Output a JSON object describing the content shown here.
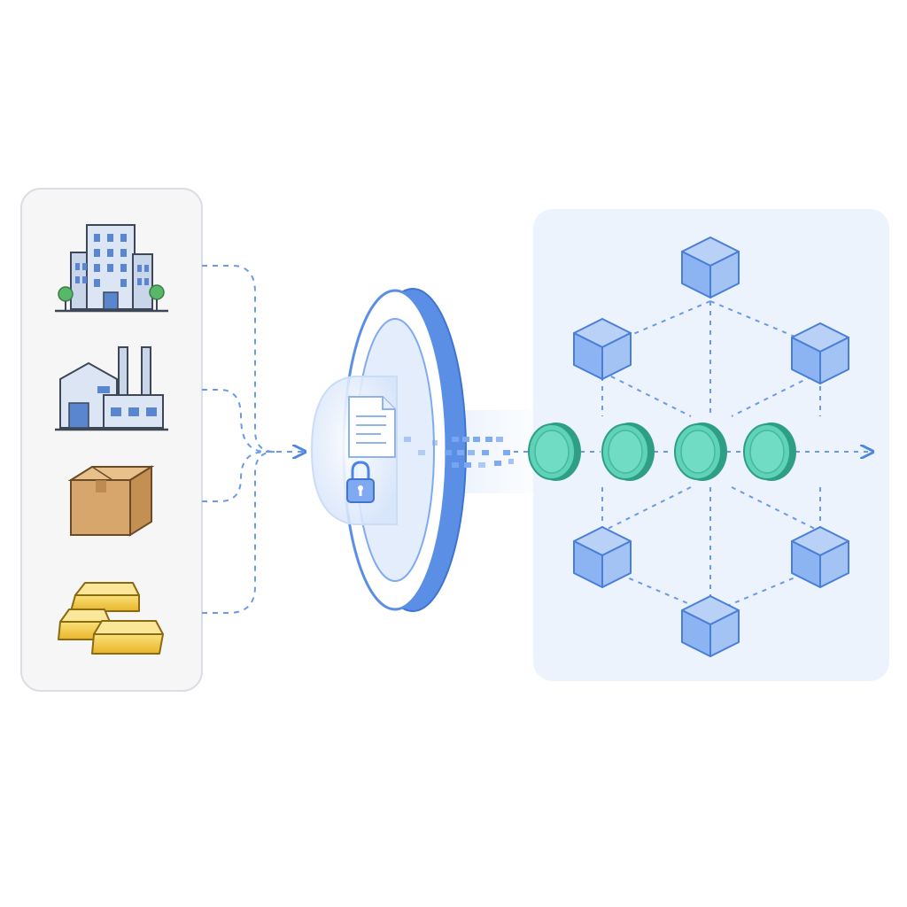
{
  "diagram": {
    "assets": [
      {
        "name": "building-icon",
        "kind": "office building"
      },
      {
        "name": "factory-icon",
        "kind": "factory"
      },
      {
        "name": "box-icon",
        "kind": "cardboard box"
      },
      {
        "name": "gold-bars-icon",
        "kind": "gold bars"
      }
    ],
    "gateway": {
      "document_icon": "document-icon",
      "lock_icon": "lock-icon"
    },
    "tokens": {
      "count": 4
    },
    "network": {
      "nodes": 6
    },
    "colors": {
      "panel_left_bg": "#f6f6f7",
      "panel_left_border": "#dadde3",
      "panel_right_bg": "#edf3fd",
      "accent_blue": "#4a86e8",
      "ring_blue": "#5b8fe6",
      "cube_blue": "#7faaf1",
      "token_green": "#5fd3b8",
      "token_green_dark": "#2e9e86",
      "gold": "#f0c83c",
      "box_tan": "#d6a66c"
    }
  }
}
